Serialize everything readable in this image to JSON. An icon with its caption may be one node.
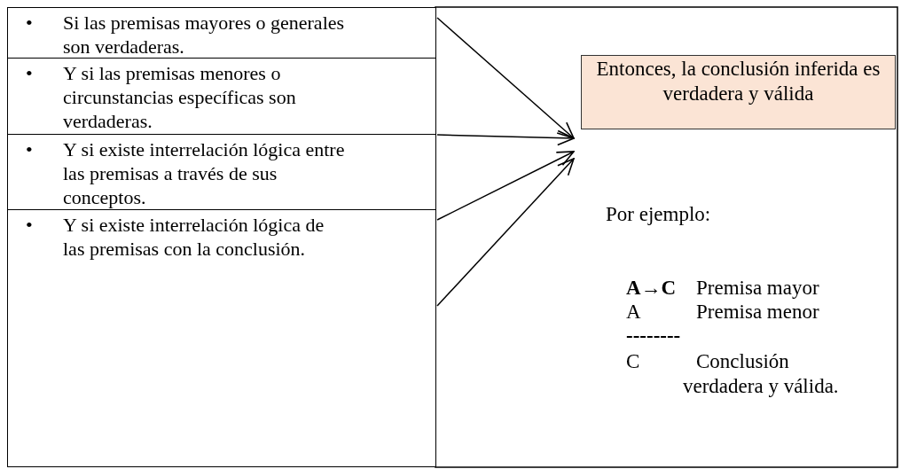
{
  "diagram": {
    "nodes": [
      {
        "text": [
          "Si las premisas mayores o generales son verdaderas."
        ]
      },
      {
        "text": [
          "Y si las premisas menores o circunstancias específicas son verdaderas."
        ]
      },
      {
        "text": [
          "Y si existe interrelación lógica entre las premisas a través de sus conceptos."
        ]
      },
      {
        "text": [
          "Y si existe interrelación lógica de las premisas con la conclusión."
        ]
      },
      {
        "text": [
          "Entonces, la conclusión inferida es verdadera y válida"
        ]
      }
    ],
    "edges": [
      {
        "from": 0,
        "to": 4,
        "arrow": "to"
      },
      {
        "from": 1,
        "to": 4,
        "arrow": "to"
      },
      {
        "from": 2,
        "to": 4,
        "arrow": "to"
      },
      {
        "from": 3,
        "to": 4,
        "arrow": "to"
      }
    ],
    "labels": [
      "•",
      "•",
      "•",
      "•",
      "Por ejemplo:",
      "A→C",
      "Premisa mayor",
      "A",
      "Premisa menor",
      "--------",
      "C",
      "Conclusión",
      "verdadera y válida."
    ]
  }
}
